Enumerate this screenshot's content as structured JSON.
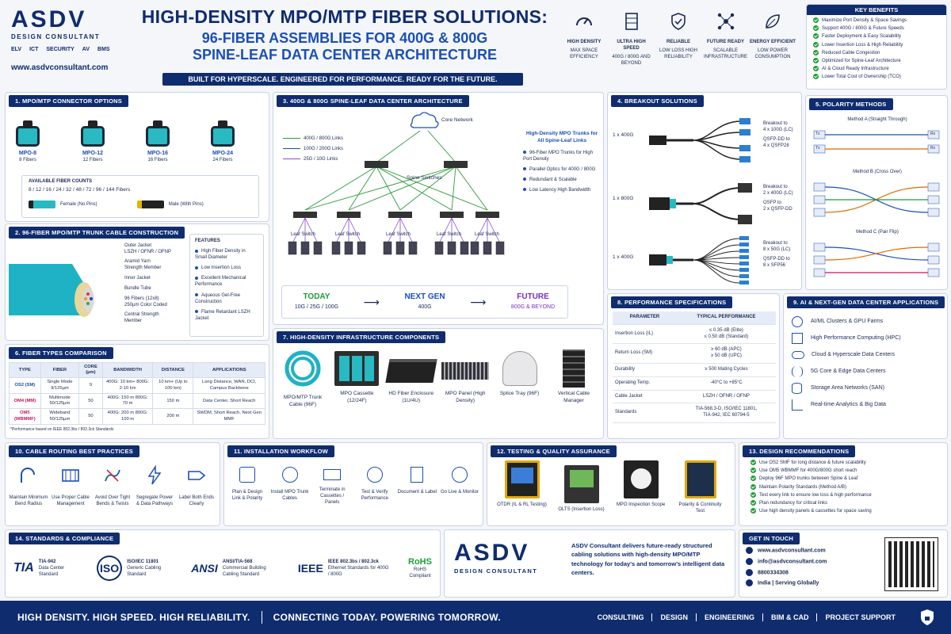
{
  "logo": {
    "name": "ASDV",
    "sub": "DESIGN CONSULTANT",
    "tags": [
      "ELV",
      "ICT",
      "SECURITY",
      "AV",
      "BMS"
    ],
    "url": "www.asdvconsultant.com"
  },
  "header": {
    "title": "HIGH-DENSITY MPO/MTP FIBER SOLUTIONS:",
    "sub1": "96-FIBER ASSEMBLIES FOR 400G & 800G",
    "sub2": "SPINE-LEAF DATA CENTER ARCHITECTURE",
    "banner": "BUILT FOR HYPERSCALE. ENGINEERED FOR PERFORMANCE. READY FOR THE FUTURE."
  },
  "features": [
    {
      "title": "HIGH DENSITY",
      "desc": "MAX SPACE EFFICIENCY",
      "icon": "gauge-icon"
    },
    {
      "title": "ULTRA HIGH SPEED",
      "desc": "400G / 800G AND BEYOND",
      "icon": "server-icon"
    },
    {
      "title": "RELIABLE",
      "desc": "LOW LOSS HIGH RELIABILITY",
      "icon": "shield-icon"
    },
    {
      "title": "FUTURE READY",
      "desc": "SCALABLE INFRASTRUCTURE",
      "icon": "network-icon"
    },
    {
      "title": "ENERGY EFFICIENT",
      "desc": "LOW POWER CONSUMPTION",
      "icon": "leaf-icon"
    }
  ],
  "benefits": {
    "title": "KEY BENEFITS",
    "items": [
      "Maximize Port Density & Space Savings",
      "Support 400G / 800G & Future Speeds",
      "Faster Deployment & Easy Scalability",
      "Lower Insertion Loss & High Reliability",
      "Reduced Cable Congestion",
      "Optimized for Spine-Leaf Architecture",
      "AI & Cloud Ready Infrastructure",
      "Lower Total Cost of Ownership (TCO)"
    ]
  },
  "s1": {
    "title": "1. MPO/MTP CONNECTOR OPTIONS",
    "connectors": [
      {
        "name": "MPO-8",
        "fibers": "8 Fibers"
      },
      {
        "name": "MPO-12",
        "fibers": "12 Fibers"
      },
      {
        "name": "MPO-16",
        "fibers": "16 Fibers"
      },
      {
        "name": "MPO-24",
        "fibers": "24 Fibers"
      }
    ],
    "avail_title": "AVAILABLE FIBER COUNTS",
    "avail": "8 / 12 / 16 / 24 / 32 / 48 / 72 / 96 / 144 Fibers",
    "female": "Female (No Pins)",
    "male": "Male (With Pins)"
  },
  "s2": {
    "title": "2. 96-FIBER MPO/MTP TRUNK CABLE CONSTRUCTION",
    "labels": [
      "Outer Jacket",
      "LSZH / OFNR / OFNP",
      "Aramid Yarn",
      "Strength Member",
      "Inner Jacket",
      "Bundle Tube",
      "96 Fibers (12x8)",
      "250µm Color Coded",
      "Central Strength",
      "Member"
    ],
    "features_title": "FEATURES",
    "features": [
      "High Fiber Density in Small Diameter",
      "Low Insertion Loss",
      "Excellent Mechanical Performance",
      "Aqueous Gel-Free Construction",
      "Flame Retardant LSZH Jacket"
    ]
  },
  "s3": {
    "title": "3. 400G & 800G SPINE-LEAF DATA CENTER ARCHITECTURE",
    "core": "Core Network",
    "legend": [
      "400G / 800G Links",
      "100G / 200G Links",
      "25G / 10G Links"
    ],
    "spine": "Spine Switches",
    "leaf": "Leaf Switch",
    "trunk_title": "High-Density MPO Trunks for All Spine-Leaf Links",
    "trunk_items": [
      "96-Fiber MPO Trunks for High Port Density",
      "Parallel Optics for 400G / 800G",
      "Redundant & Scalable",
      "Low Latency High Bandwidth"
    ],
    "evo": [
      {
        "t": "TODAY",
        "v": "10G / 25G / 100G"
      },
      {
        "t": "NEXT GEN",
        "v": "400G"
      },
      {
        "t": "FUTURE",
        "v": "800G & BEYOND"
      }
    ]
  },
  "s4": {
    "title": "4. BREAKOUT SOLUTIONS",
    "rows": [
      {
        "left": "1 x 400G",
        "r1": "Breakout to",
        "r2": "4 x 100G (LC)",
        "r3": "QSFP-DD to",
        "r4": "4 x QSFP28"
      },
      {
        "left": "1 x 800G",
        "r1": "Breakout to",
        "r2": "2 x 400G (LC)",
        "r3": "OSFP to",
        "r4": "2 x QSFP-DD"
      },
      {
        "left": "1 x 400G",
        "r1": "Breakout to",
        "r2": "8 x 50G (LC)",
        "r3": "QSFP-DD to",
        "r4": "8 x SFP56"
      }
    ]
  },
  "s5": {
    "title": "5. POLARITY METHODS",
    "methods": [
      "Method A (Straight Through)",
      "Method B (Cross Over)",
      "Method C (Pair Flip)"
    ],
    "tx": "Tx",
    "rx": "Rx"
  },
  "s6": {
    "title": "6. FIBER TYPES COMPARISON",
    "headers": [
      "TYPE",
      "FIBER",
      "CORE (µm)",
      "BANDWIDTH",
      "DISTANCE",
      "APPLICATIONS"
    ],
    "rows": [
      [
        "OS2 (SM)",
        "Single Mode 9/125µm",
        "9",
        "400G: 10 km+ 800G: 2-10 km",
        "10 km+ (Up to 100 km)",
        "Long Distance, WAN, DCI, Campus Backbone"
      ],
      [
        "OM4 (MM)",
        "Multimode 50/125µm",
        "50",
        "400G: 150 m 800G: 70 m",
        "150 m",
        "Data Center, Short Reach"
      ],
      [
        "OM5 (WBMMF)",
        "Wideband 50/125µm",
        "50",
        "400G: 200 m 800G: 100 m",
        "200 m",
        "SWDM, Short Reach, Next Gen MMF"
      ]
    ],
    "note": "*Performance based on IEEE 802.3bs / 802.3ck Standards"
  },
  "s7": {
    "title": "7. HIGH-DENSITY INFRASTRUCTURE COMPONENTS",
    "items": [
      "MPO/MTP Trunk Cable (96F)",
      "MPO Cassette (12/24F)",
      "HD Fiber Enclosure (1U/4U)",
      "MPO Panel (High Density)",
      "Splice Tray (96F)",
      "Vertical Cable Manager"
    ]
  },
  "s8": {
    "title": "8. PERFORMANCE SPECIFICATIONS",
    "h1": "PARAMETER",
    "h2": "TYPICAL PERFORMANCE",
    "rows": [
      [
        "Insertion Loss (IL)",
        "≤ 0.35 dB (Elite)\n≤ 0.50 dB (Standard)"
      ],
      [
        "Return Loss (SM)",
        "≥ 60 dB (APC)\n≥ 50 dB (UPC)"
      ],
      [
        "Durability",
        "≥ 500 Mating Cycles"
      ],
      [
        "Operating Temp.",
        "-40°C to +85°C"
      ],
      [
        "Cable Jacket",
        "LSZH / OFNR / OFNP"
      ],
      [
        "Standards",
        "TIA-568.3-D, ISO/IEC 11801,\nTIA-942, IEC 60794-5"
      ]
    ]
  },
  "s9": {
    "title": "9. AI & NEXT-GEN DATA CENTER APPLICATIONS",
    "items": [
      "AI/ML Clusters & GPU Farms",
      "High Performance Computing (HPC)",
      "Cloud & Hyperscale Data Centers",
      "5G Core & Edge Data Centers",
      "Storage Area Networks (SAN)",
      "Real-time Analytics & Big Data"
    ]
  },
  "s10": {
    "title": "10. CABLE ROUTING BEST PRACTICES",
    "items": [
      "Maintain Minimum Bend Radius",
      "Use Proper Cable Management",
      "Avoid Over Tight Bends & Twists",
      "Segregate Power & Data Pathways",
      "Label Both Ends Clearly"
    ]
  },
  "s11": {
    "title": "11. INSTALLATION WORKFLOW",
    "steps": [
      "Plan & Design Link & Polarity",
      "Install MPO Trunk Cables",
      "Terminate in Cassettes / Panels",
      "Test & Verify Performance",
      "Document & Label",
      "Go Live & Monitor"
    ]
  },
  "s12": {
    "title": "12. TESTING & QUALITY ASSURANCE",
    "items": [
      "OTDR (IL & RL Testing)",
      "OLTS (Insertion Loss)",
      "MPO Inspection Scope",
      "Polarity & Continuity Test"
    ]
  },
  "s13": {
    "title": "13. DESIGN RECOMMENDATIONS",
    "items": [
      "Use OS2 SMF for long distance & future scalability",
      "Use OM5 WBMMF for 400G/800G short reach",
      "Deploy 96F MPO trunks between Spine & Leaf",
      "Maintain Polarity Standards (Method A/B)",
      "Test every link to ensure low loss & high performance",
      "Plan redundancy for critical links",
      "Use high density panels & cassettes for space saving"
    ]
  },
  "s14": {
    "title": "14. STANDARDS & COMPLIANCE",
    "items": [
      {
        "logo": "TIA",
        "name": "TIA-942",
        "desc": "Data Center Standard"
      },
      {
        "logo": "ISO",
        "name": "ISO/IEC 11801",
        "desc": "Generic Cabling Standard"
      },
      {
        "logo": "ANSI",
        "name": "ANSI/TIA-568",
        "desc": "Commercial Building Cabling Standard"
      },
      {
        "logo": "IEEE",
        "name": "IEEE 802.3bs / 802.3ck",
        "desc": "Ethernet Standards for 400G / 800G"
      },
      {
        "logo": "RoHS",
        "name": "RoHS",
        "desc": "Compliant"
      }
    ]
  },
  "about": "ASDV Consultant delivers future-ready structured cabling solutions with high-density MPO/MTP technology for today's and tomorrow's intelligent data centers.",
  "contact": {
    "title": "GET IN TOUCH",
    "web": "www.asdvconsultant.com",
    "email": "info@asdvconsultant.com",
    "phone": "8800334308",
    "loc": "India | Serving Globally"
  },
  "footer": {
    "left": "HIGH DENSITY. HIGH SPEED. HIGH RELIABILITY.",
    "mid": "CONNECTING TODAY. POWERING TOMORROW.",
    "links": [
      "CONSULTING",
      "DESIGN",
      "ENGINEERING",
      "BIM & CAD",
      "PROJECT SUPPORT"
    ]
  }
}
